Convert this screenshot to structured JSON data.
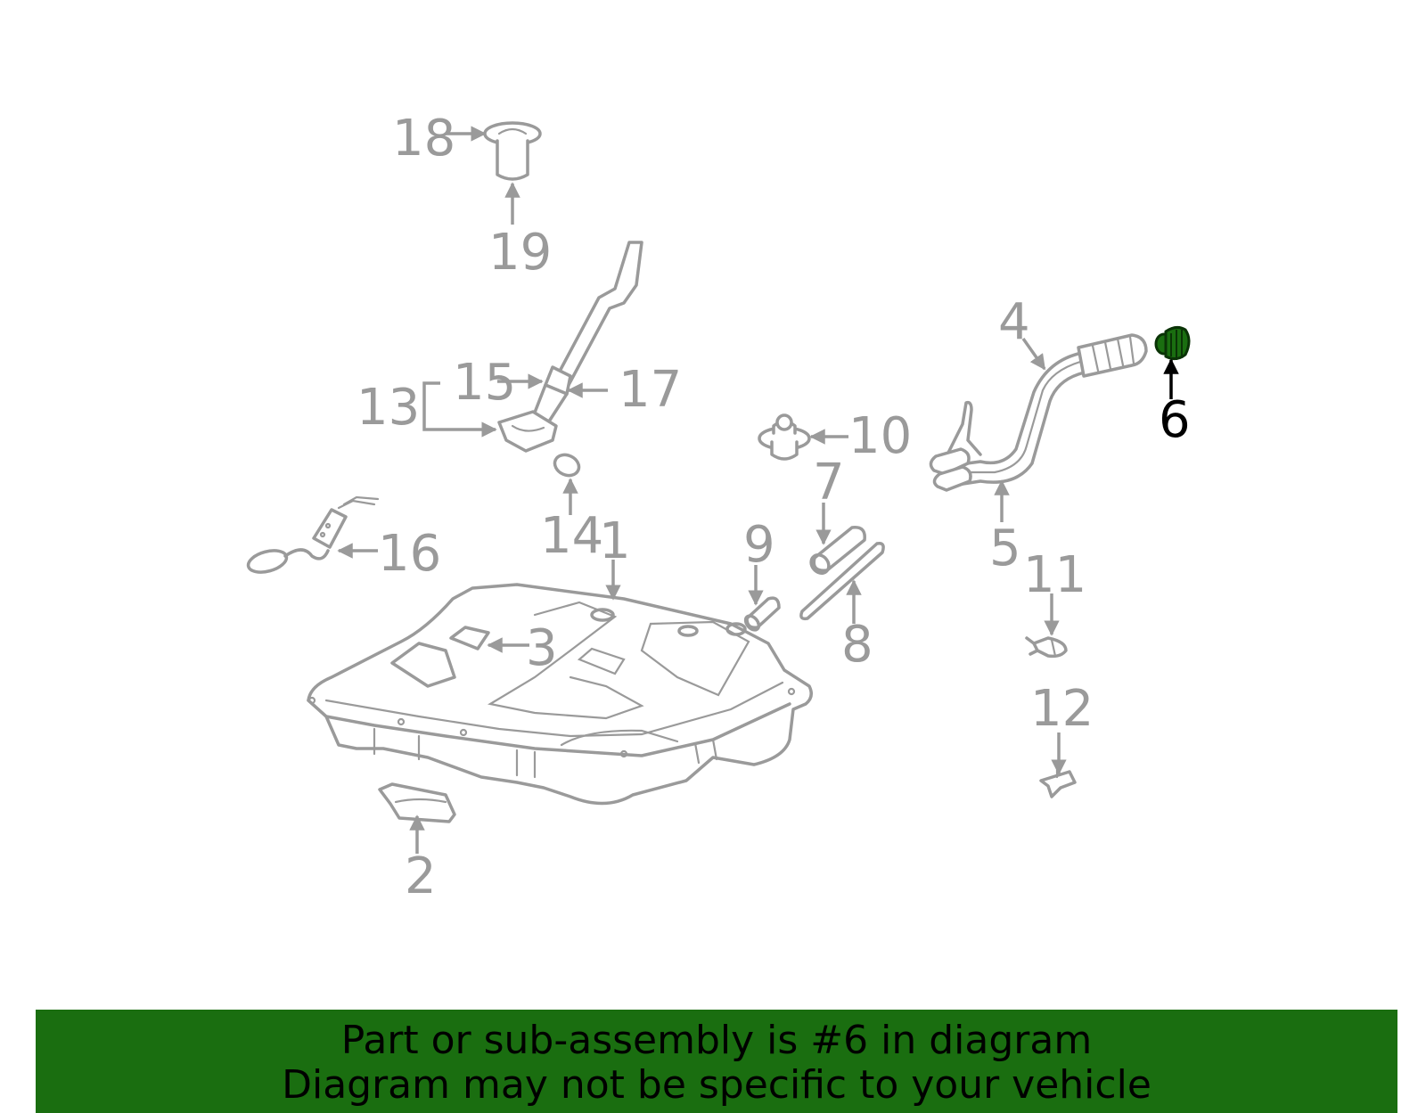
{
  "callouts": {
    "c1": "1",
    "c2": "2",
    "c3": "3",
    "c4": "4",
    "c5": "5",
    "c6": "6",
    "c7": "7",
    "c8": "8",
    "c9": "9",
    "c10": "10",
    "c11": "11",
    "c12": "12",
    "c13": "13",
    "c14": "14",
    "c15": "15",
    "c16": "16",
    "c17": "17",
    "c18": "18",
    "c19": "19"
  },
  "highlighted_part": "6",
  "colors": {
    "line": "#9a9a9a",
    "highlight_fill": "#1a6e10",
    "banner": "#1a6e10",
    "text_highlight": "#000000"
  },
  "banner": {
    "line1": "Part or sub-assembly is #6 in diagram",
    "line2": "Diagram may not be specific to your vehicle"
  }
}
